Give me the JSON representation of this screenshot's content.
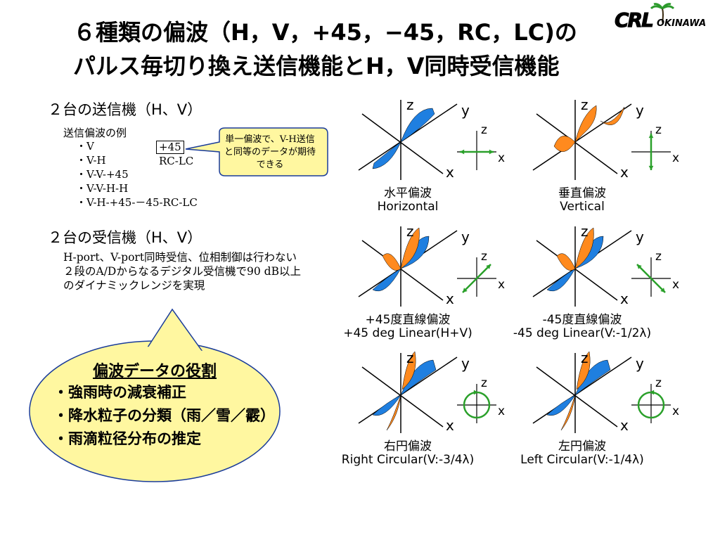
{
  "title": {
    "line1": "６種類の偏波（H，V，+45，−45，RC，LC)の",
    "line2": "パルス毎切り換え送信機能とH，V同時受信機能"
  },
  "logo": {
    "main": "CRL",
    "sub": "OKINAWA"
  },
  "tx": {
    "heading": "２台の送信機（H、V）",
    "example_label": "送信偏波の例",
    "items": [
      "・V",
      "・V-H",
      "・V-V-+45",
      "・V-V-H-H",
      "・V-H-+45-－45-RC-LC"
    ],
    "box_label": "+45",
    "rclc": "RC-LC",
    "callout": "単一偏波で、V-H送信と同等のデータが期待できる"
  },
  "rx": {
    "heading": "２台の受信機（H、V）",
    "lines": [
      "H-port、V-port同時受信、位相制御は行わない",
      "２段のA/Dからなるデジタル受信機で90 dB以上",
      "のダイナミックレンジを実現"
    ]
  },
  "role": {
    "title": "偏波データの役割",
    "items": [
      "・強雨時の減衰補正",
      "・降水粒子の分類（雨／雪／霰）",
      "・雨滴粒径分布の推定"
    ]
  },
  "diagrams": {
    "axes": {
      "z": "z",
      "y": "y",
      "x": "x"
    },
    "panels": [
      {
        "jp": "水平偏波",
        "en": "Horizontal"
      },
      {
        "jp": "垂直偏波",
        "en": "Vertical"
      },
      {
        "jp": "+45度直線偏波",
        "en": "+45 deg Linear(H+V)"
      },
      {
        "jp": "-45度直線偏波",
        "en": "-45 deg Linear(V:-1/2λ)"
      },
      {
        "jp": "右円偏波",
        "en": "Right Circular(V:-3/4λ)"
      },
      {
        "jp": "左円偏波",
        "en": "Left Circular(V:-1/4λ)"
      }
    ]
  },
  "colors": {
    "blue": "#1f7fe0",
    "orange": "#ff8a1e",
    "green": "#2aa02a",
    "balloon": "#fff7a0"
  }
}
